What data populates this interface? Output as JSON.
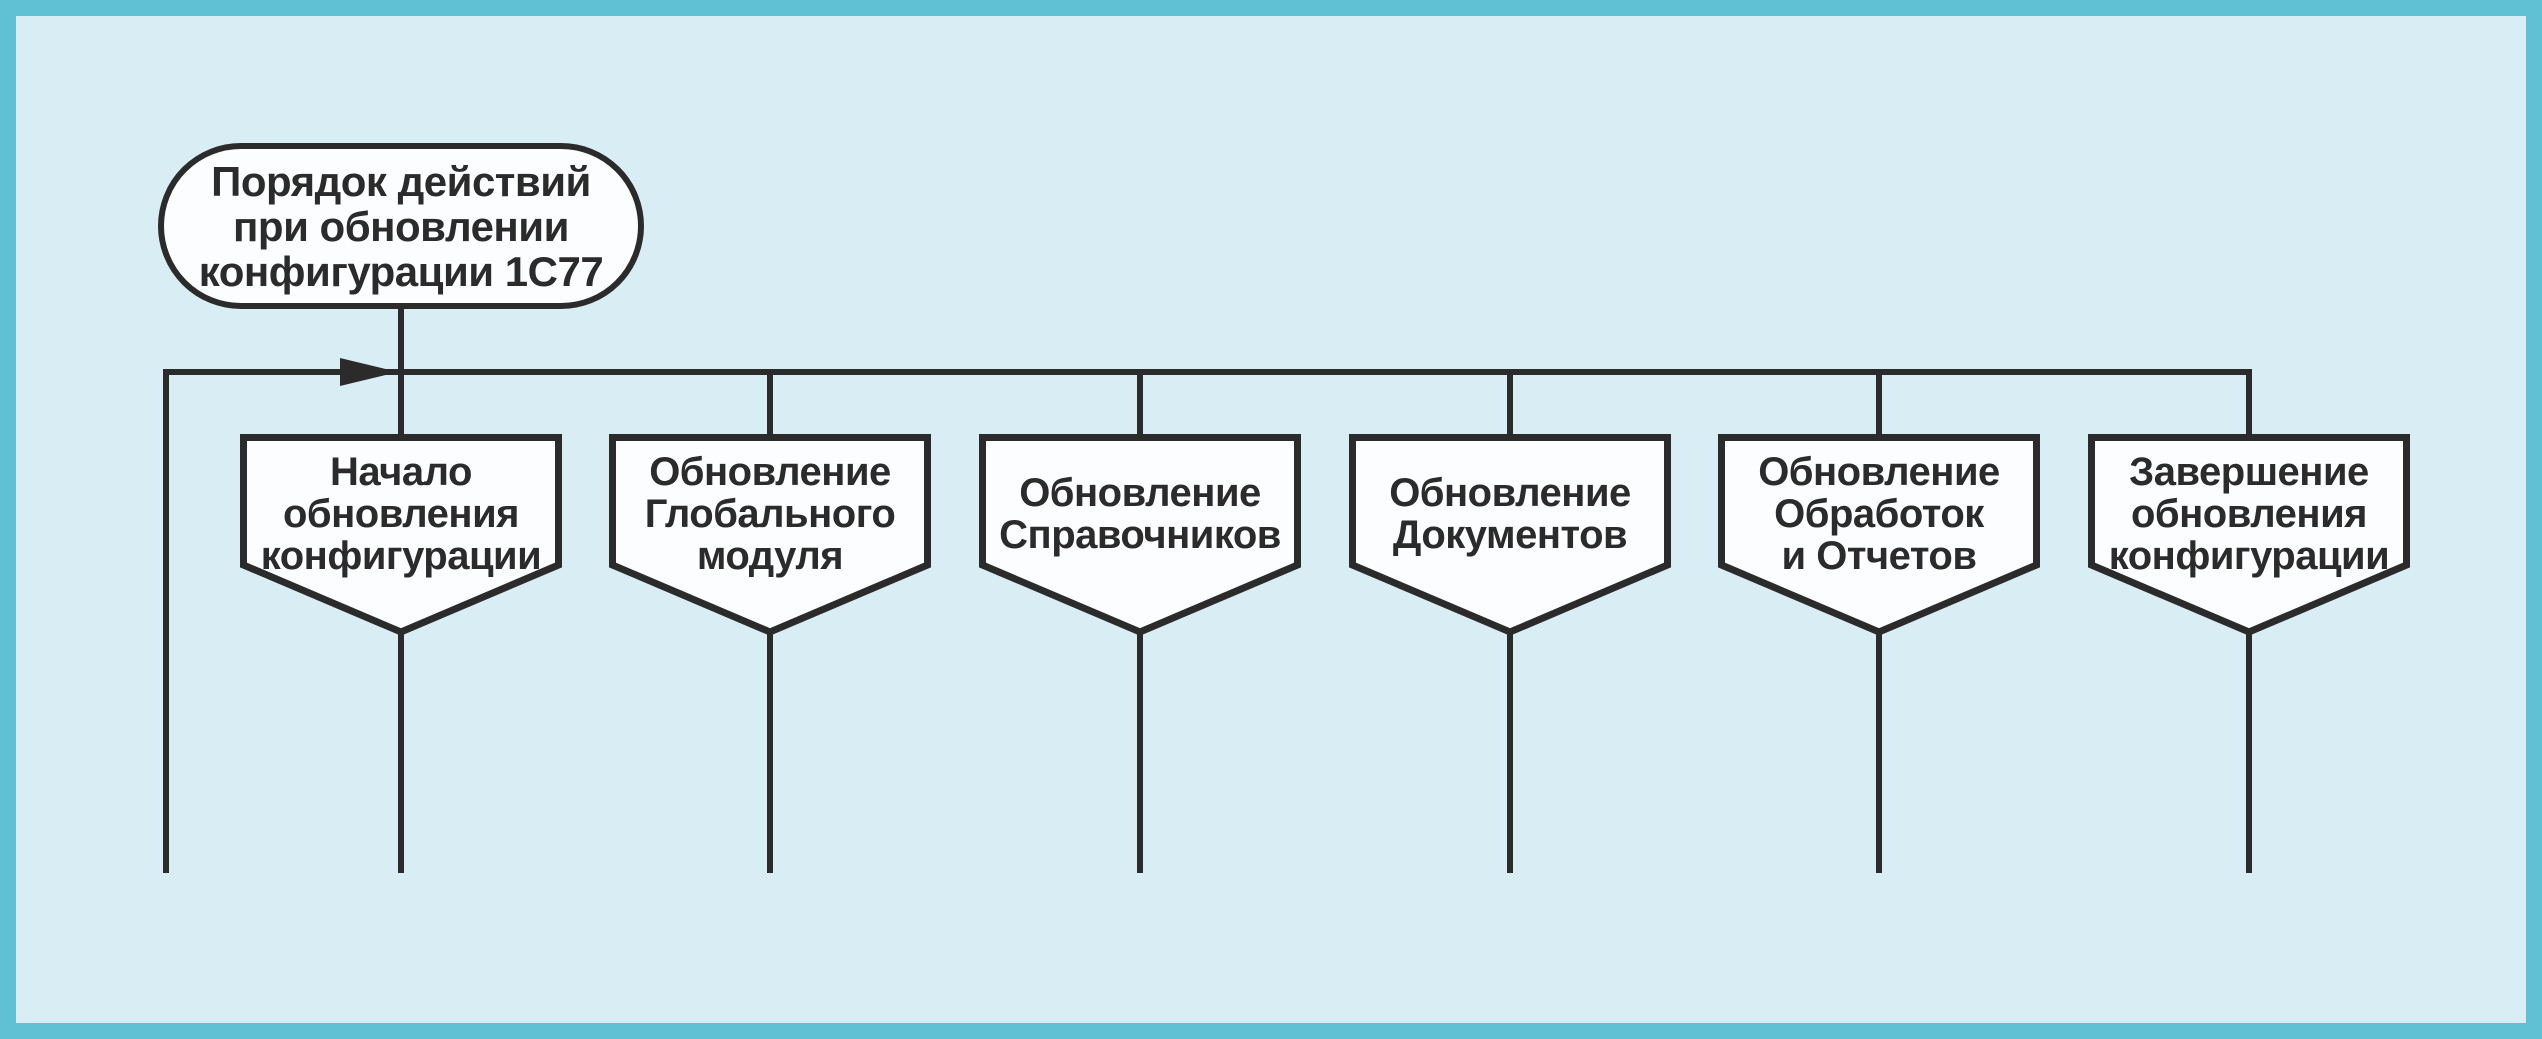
{
  "diagram": {
    "title_node": {
      "shape": "terminator",
      "label": "Порядок действий\nпри обновлении\nконфигурации 1С77"
    },
    "steps": [
      {
        "shape": "pennant",
        "label": "Начало\nобновления\nконфигурации"
      },
      {
        "shape": "pennant",
        "label": "Обновление\nГлобального\nмодуля"
      },
      {
        "shape": "pennant",
        "label": "Обновление\nСправочников"
      },
      {
        "shape": "pennant",
        "label": "Обновление\nДокументов"
      },
      {
        "shape": "pennant",
        "label": "Обновление\nОбработок\nи Отчетов"
      },
      {
        "shape": "pennant",
        "label": "Завершение\nобновления\nконфигурации"
      }
    ],
    "connections": {
      "bus": "title node feeds a horizontal bus that branches down to all six steps",
      "return_line": "left vertical line returns from the bus level to the bottom",
      "arrow": "right-pointing arrowhead on the bus at the title-node junction"
    },
    "colors": {
      "frame": "#5fc1d3",
      "canvas": "#d9edf5",
      "stroke": "#2b2b2b",
      "shape_fill": "#fcfdfe"
    }
  }
}
